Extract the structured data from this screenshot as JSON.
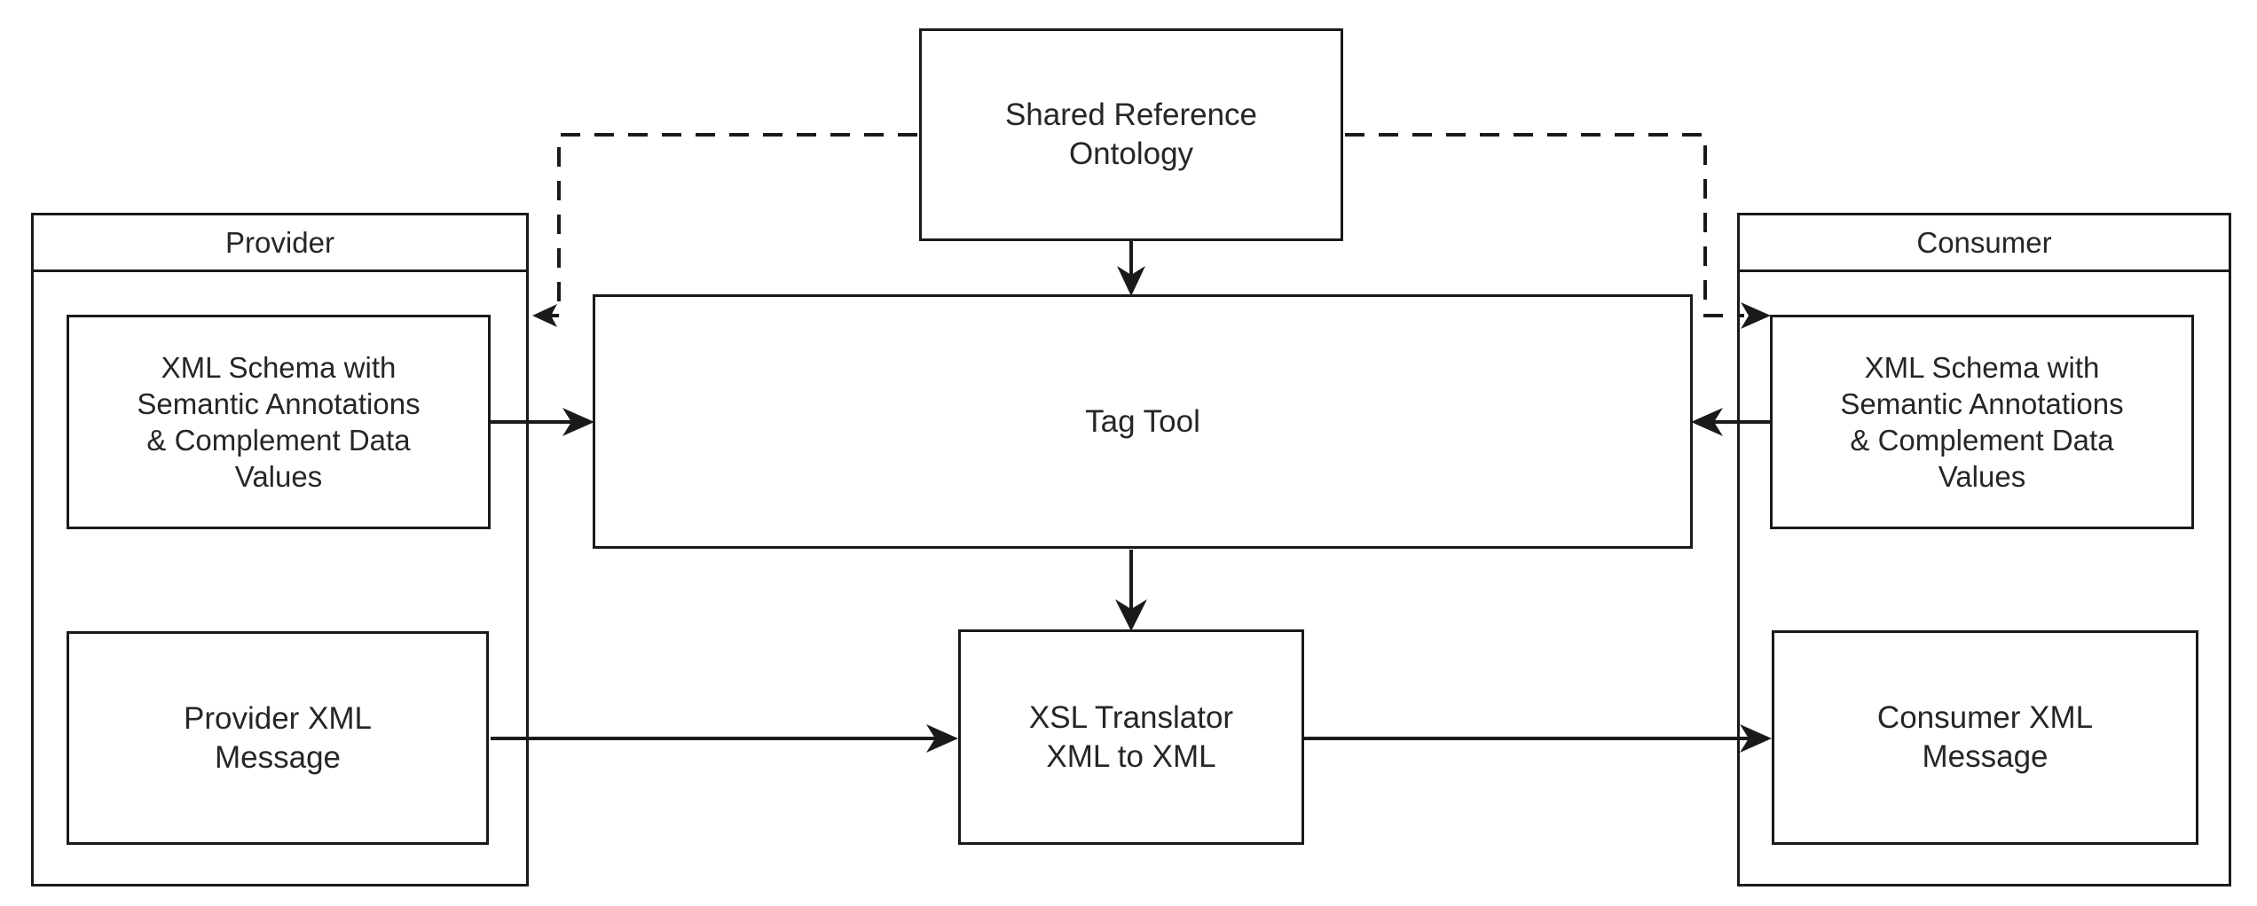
{
  "diagram": {
    "type": "flow-swimlane",
    "background": "#ffffff",
    "line_color": "#1a1a1a",
    "text_color": "#262626"
  },
  "lanes": [
    {
      "id": "provider",
      "title": "Provider"
    },
    {
      "id": "consumer",
      "title": "Consumer"
    }
  ],
  "nodes": {
    "shared_ontology": {
      "label": "Shared Reference\nOntology"
    },
    "provider_schema": {
      "label": "XML Schema with\nSemantic Annotations\n& Complement Data\nValues"
    },
    "consumer_schema": {
      "label": "XML Schema with\nSemantic Annotations\n& Complement Data\nValues"
    },
    "tag_tool": {
      "label": "Tag Tool"
    },
    "xsl_translator": {
      "label": "XSL Translator\nXML to XML"
    },
    "provider_message": {
      "label": "Provider XML\nMessage"
    },
    "consumer_message": {
      "label": "Consumer XML\nMessage"
    }
  },
  "edges": [
    {
      "id": "ontology-to-provider-schema",
      "from": "shared_ontology",
      "to": "provider_schema",
      "style": "dashed",
      "arrow": "to"
    },
    {
      "id": "ontology-to-consumer-schema",
      "from": "shared_ontology",
      "to": "consumer_schema",
      "style": "dashed",
      "arrow": "to"
    },
    {
      "id": "ontology-to-tag-tool",
      "from": "shared_ontology",
      "to": "tag_tool",
      "style": "solid",
      "arrow": "to"
    },
    {
      "id": "provider-schema-to-tag-tool",
      "from": "provider_schema",
      "to": "tag_tool",
      "style": "solid",
      "arrow": "to"
    },
    {
      "id": "consumer-schema-to-tag-tool",
      "from": "consumer_schema",
      "to": "tag_tool",
      "style": "solid",
      "arrow": "to"
    },
    {
      "id": "tag-tool-to-xsl-translator",
      "from": "tag_tool",
      "to": "xsl_translator",
      "style": "solid",
      "arrow": "to"
    },
    {
      "id": "provider-message-to-xsl-translator",
      "from": "provider_message",
      "to": "xsl_translator",
      "style": "solid",
      "arrow": "to"
    },
    {
      "id": "xsl-translator-to-consumer-message",
      "from": "xsl_translator",
      "to": "consumer_message",
      "style": "solid",
      "arrow": "to"
    }
  ]
}
